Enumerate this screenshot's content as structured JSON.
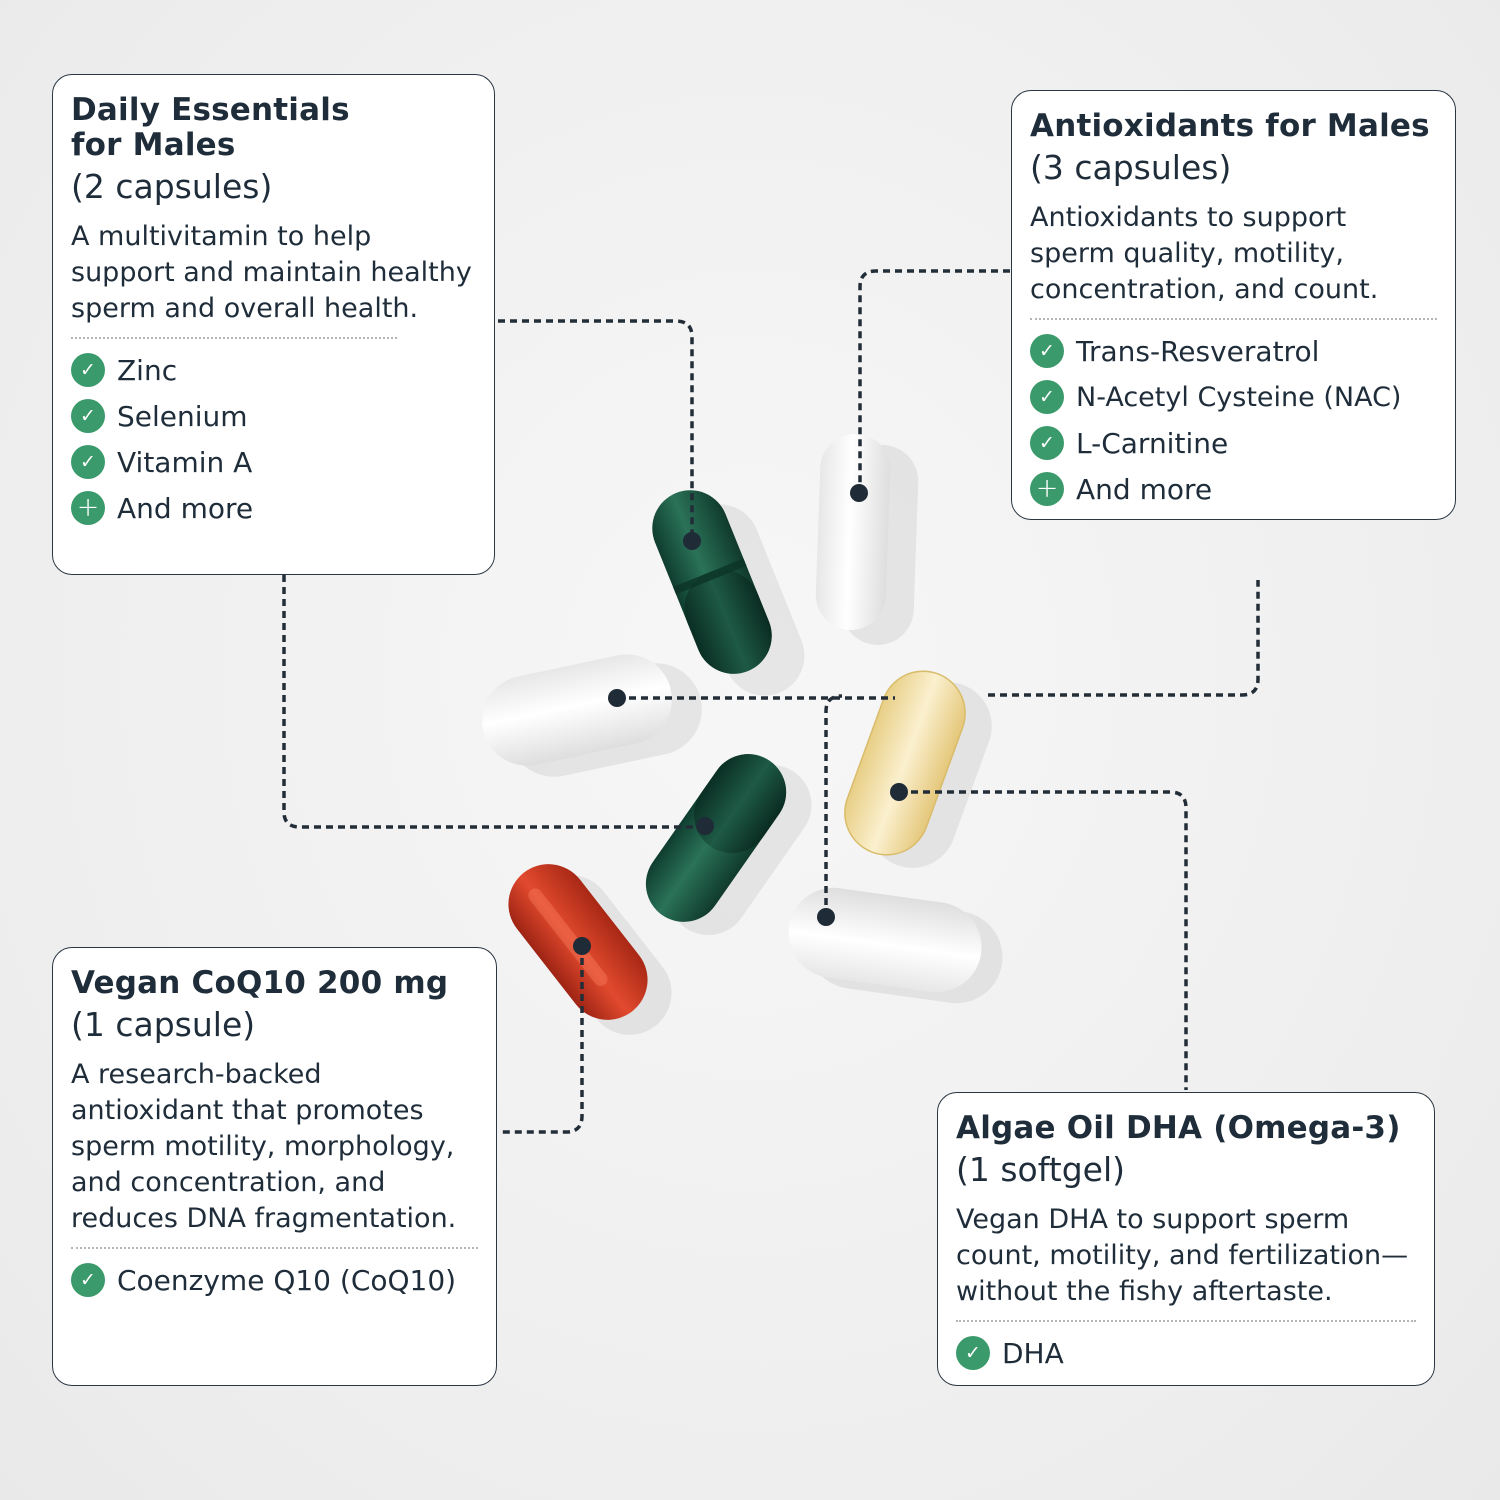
{
  "cards": {
    "daily": {
      "title": "Daily Essentials for Males",
      "count": "(2 capsules)",
      "desc": "A multivitamin to help support and maintain healthy sperm and overall health.",
      "items": [
        {
          "label": "Zinc",
          "icon": "check-icon"
        },
        {
          "label": "Selenium",
          "icon": "check-icon"
        },
        {
          "label": "Vitamin A",
          "icon": "check-icon"
        },
        {
          "label": "And more",
          "icon": "plus-icon"
        }
      ]
    },
    "antioxidants": {
      "title": "Antioxidants for Males",
      "count": "(3 capsules)",
      "desc": "Antioxidants to support sperm quality, motility, concentration, and count.",
      "items": [
        {
          "label": "Trans-Resveratrol",
          "icon": "check-icon"
        },
        {
          "label": "N-Acetyl Cysteine (NAC)",
          "icon": "check-icon"
        },
        {
          "label": "L-Carnitine",
          "icon": "check-icon"
        },
        {
          "label": "And more",
          "icon": "plus-icon"
        }
      ]
    },
    "coq10": {
      "title": "Vegan CoQ10 200 mg",
      "count": "(1 capsule)",
      "desc": "A research-backed antioxidant that promotes sperm motility, morphology, and concentration, and reduces DNA fragmentation.",
      "items": [
        {
          "label": "Coenzyme Q10 (CoQ10)",
          "icon": "check-icon"
        }
      ]
    },
    "dha": {
      "title": "Algae Oil DHA (Omega-3)",
      "count": "(1 softgel)",
      "desc": "Vegan DHA to support sperm count, motility, and fertilization—without the fishy aftertaste.",
      "items": [
        {
          "label": "DHA",
          "icon": "check-icon"
        }
      ]
    }
  },
  "colors": {
    "accent_green": "#3b9a6c",
    "text_dark": "#1f2d3a",
    "capsule_green": "#1d5a45",
    "capsule_red": "#c93a24",
    "softgel_yellow": "#f3e2b0",
    "capsule_white": "#ffffff"
  }
}
